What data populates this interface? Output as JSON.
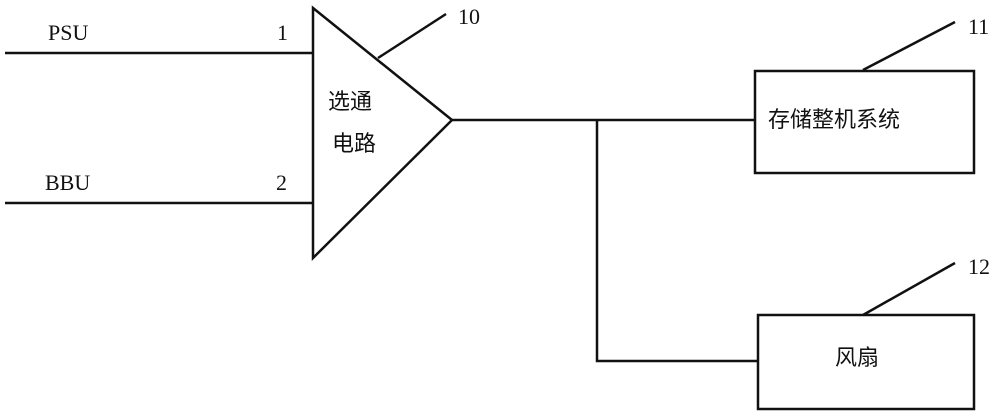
{
  "inputs": [
    {
      "label": "PSU",
      "pin": "1"
    },
    {
      "label": "BBU",
      "pin": "2"
    }
  ],
  "selector": {
    "line1": "选通",
    "line2": "电路",
    "ref": "10"
  },
  "storage_box": {
    "label": "存储整机系统",
    "ref": "11"
  },
  "fan_box": {
    "label": "风扇",
    "ref": "12"
  },
  "colors": {
    "stroke": "#111111",
    "background": "#ffffff"
  }
}
